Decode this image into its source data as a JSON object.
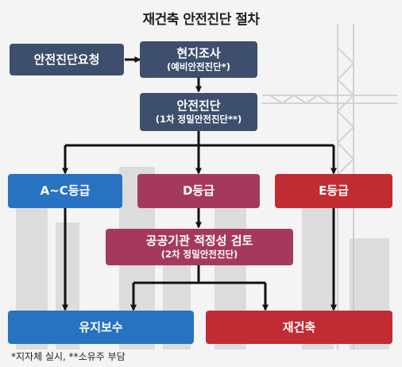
{
  "title": "재건축 안전진단 절차",
  "boxes": {
    "request": "안전진단요청",
    "survey": {
      "main": "현지조사",
      "sub": "(예비안전진단*)"
    },
    "diagnosis": {
      "main": "안전진단",
      "sub": "(1차 정밀안전진단**)"
    },
    "grade_ac": "A~C등급",
    "grade_d": "D등급",
    "grade_e": "E등급",
    "review": {
      "main": "공공기관 적정성 검토",
      "sub": "(2차 정밀안전진단)"
    },
    "maintain": "유지보수",
    "rebuild": "재건축"
  },
  "footnote": "*지자체 실시, **소유주 부담",
  "colors": {
    "navy": "#3d4f6c",
    "blue": "#2872c2",
    "rose": "#a5395d",
    "red": "#c12c32",
    "arrow": "#111111"
  }
}
